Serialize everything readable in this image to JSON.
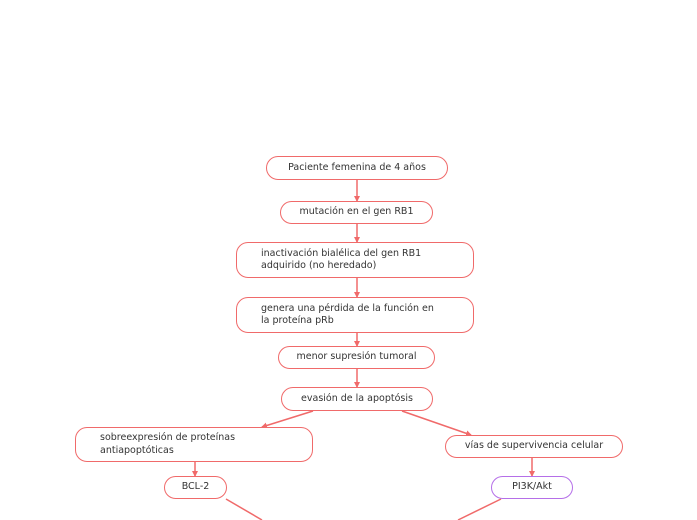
{
  "nodes": {
    "n1": "Paciente femenina de 4 años",
    "n2": "mutación en el gen RB1",
    "n3": "inactivación bialélica del gen RB1\nadquirido (no heredado)",
    "n4": "genera una pérdida de la función en\nla proteína pRb",
    "n5": "menor supresión tumoral",
    "n6": "evasión de la apoptósis",
    "n7": "sobreexpresión de proteínas\nantiapoptóticas",
    "n8": "vías de supervivencia celular",
    "n9": "BCL-2",
    "n10": "PI3K/Akt"
  },
  "colors": {
    "line": "#f06a6a",
    "border": "#f06a6a",
    "accent_border": "#b56fe8",
    "text": "#333333"
  }
}
